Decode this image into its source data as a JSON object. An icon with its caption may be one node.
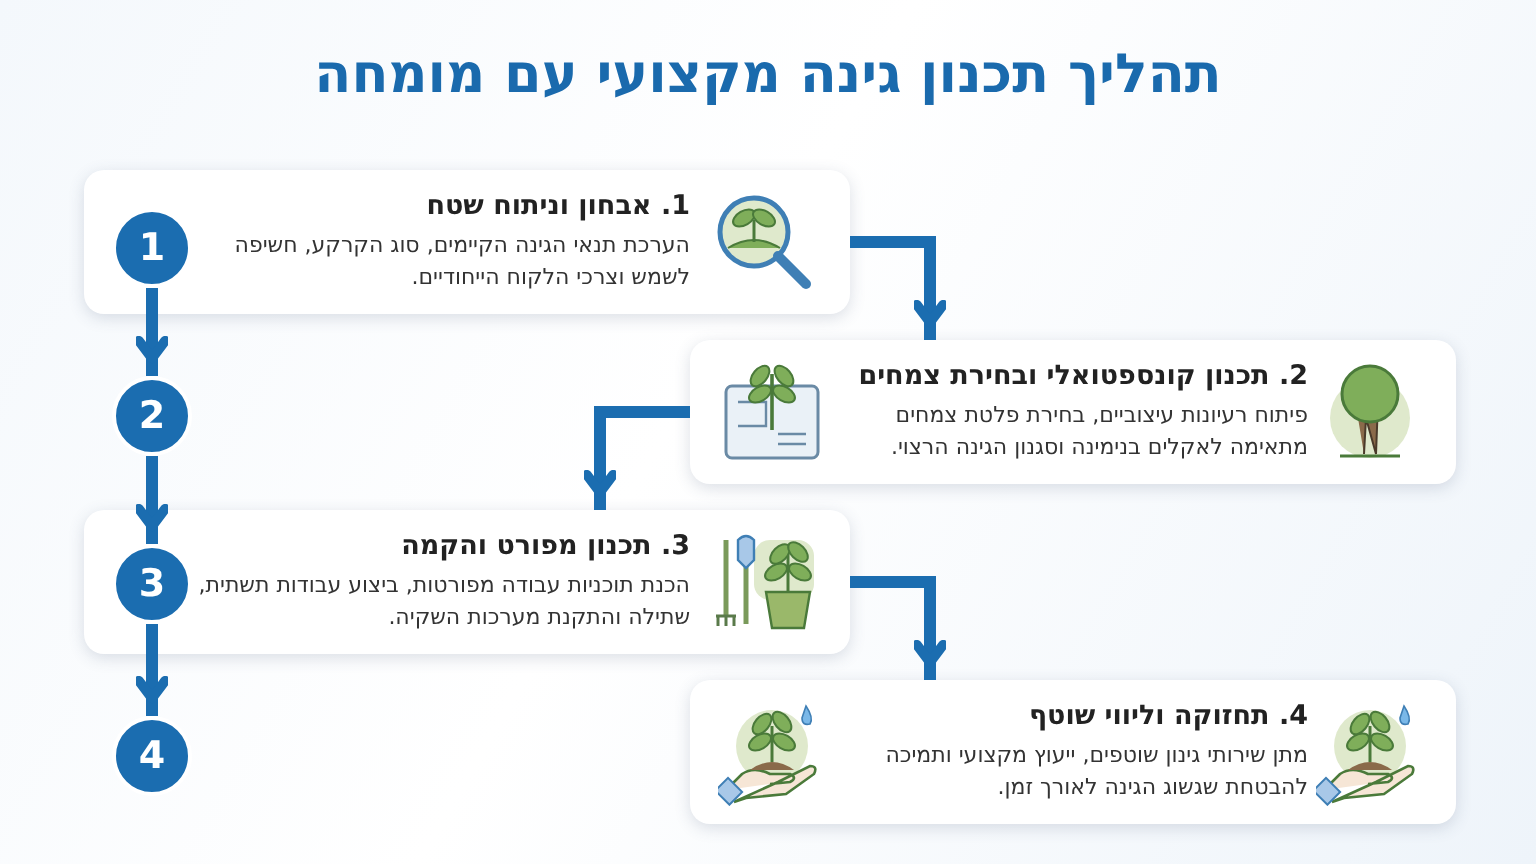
{
  "diagram": {
    "title": "תהליך תכנון גינה מקצועי עם מומחה",
    "nodes": [
      {
        "text": [
          "1. אבחון וניתוח שטח",
          "הערכת תנאי הגינה הקיימים, סוג הקרקע, חשיפה לשמש וצרכי הלקוח הייחודיים."
        ]
      },
      {
        "text": [
          "2. תכנון קונספטואלי ובחירת צמחים",
          "פיתוח רעיונות עיצוביים, בחירת פלטת צמחים מתאימה לאקלים בנימינה וסגנון הגינה הרצוי."
        ]
      },
      {
        "text": [
          "3. תכנון מפורט והקמה",
          "הכנת תוכניות עבודה מפורטות, ביצוע עבודות תשתית, שתילה והתקנת מערכות השקיה."
        ]
      },
      {
        "text": [
          "4. תחזוקה וליווי שוטף",
          "מתן שירותי גינון שוטפים, ייעוץ מקצועי ותמיכה להבטחת שגשוג הגינה לאורך זמן."
        ]
      },
      {
        "text": [
          "1"
        ],
        "in": 0
      },
      {
        "text": [
          "2"
        ]
      },
      {
        "text": [
          "3"
        ],
        "in": 2
      },
      {
        "text": [
          "4"
        ]
      }
    ],
    "edges": [
      {
        "from": 0,
        "to": 1,
        "arrow": "to"
      },
      {
        "from": 1,
        "to": 2,
        "arrow": "to"
      },
      {
        "from": 2,
        "to": 3,
        "arrow": "to"
      },
      {
        "from": 4,
        "to": 5,
        "arrow": "to"
      },
      {
        "from": 5,
        "to": 6,
        "arrow": "to"
      },
      {
        "from": 6,
        "to": 7,
        "arrow": "to"
      }
    ]
  }
}
